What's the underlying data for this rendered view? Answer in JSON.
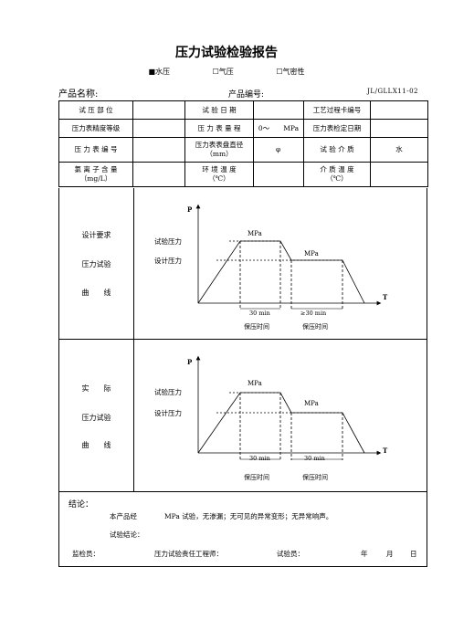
{
  "title": "压力试验检验报告",
  "methods": [
    "■水压",
    "☐气压",
    "☐气密性"
  ],
  "header": {
    "product_name_label": "产品名称:",
    "product_code_label": "产品编号:",
    "doc_code": "JL/GLLX11-02"
  },
  "table": {
    "r1": [
      "试 压 部 位",
      "",
      "试 验 日 期",
      "",
      "工艺过程卡编号",
      ""
    ],
    "r2": [
      "压力表精度等级",
      "",
      "压 力 表 量 程",
      "0～",
      "MPa",
      "压力表检定日期",
      ""
    ],
    "r3": [
      "压 力 表 编 号",
      "",
      "压力表表盘直径",
      "（mm）",
      "φ",
      "试 验 介 质",
      "水"
    ],
    "r4": [
      "氯 离 子 含 量",
      "（mg/L）",
      "",
      "环 境 温 度",
      "（℃）",
      "",
      "介 质 温 度",
      "（℃）",
      ""
    ]
  },
  "design": {
    "label": [
      "设计要求",
      "压力试验",
      "曲　　线"
    ],
    "p": "P",
    "t": "T",
    "test_pressure": "试验压力",
    "design_pressure": "设计压力",
    "mpa1": "MPa",
    "mpa2": "MPa",
    "hold1": "30 min",
    "hold2": "≥30 min",
    "hold_label1": "保压时间",
    "hold_label2": "保压时间"
  },
  "actual": {
    "label": [
      "实　　际",
      "压力试验",
      "曲　　线"
    ],
    "p": "P",
    "t": "T",
    "test_pressure": "试验压力",
    "design_pressure": "设计压力",
    "mpa1": "MPa",
    "mpa2": "MPa",
    "hold1": "30 min",
    "hold2": "30 min",
    "hold_label1": "保压时间",
    "hold_label2": "保压时间"
  },
  "conclusion": {
    "heading": "结论：",
    "line1_a": "本产品经",
    "line1_b": "MPa 试验，无渗漏；无可见的异常变形；无异常响声。",
    "line2": "试验结论：",
    "inspector": "监检员：",
    "engineer": "压力试验责任工程师：",
    "tester": "试验员：",
    "year": "年",
    "month": "月",
    "day": "日"
  }
}
